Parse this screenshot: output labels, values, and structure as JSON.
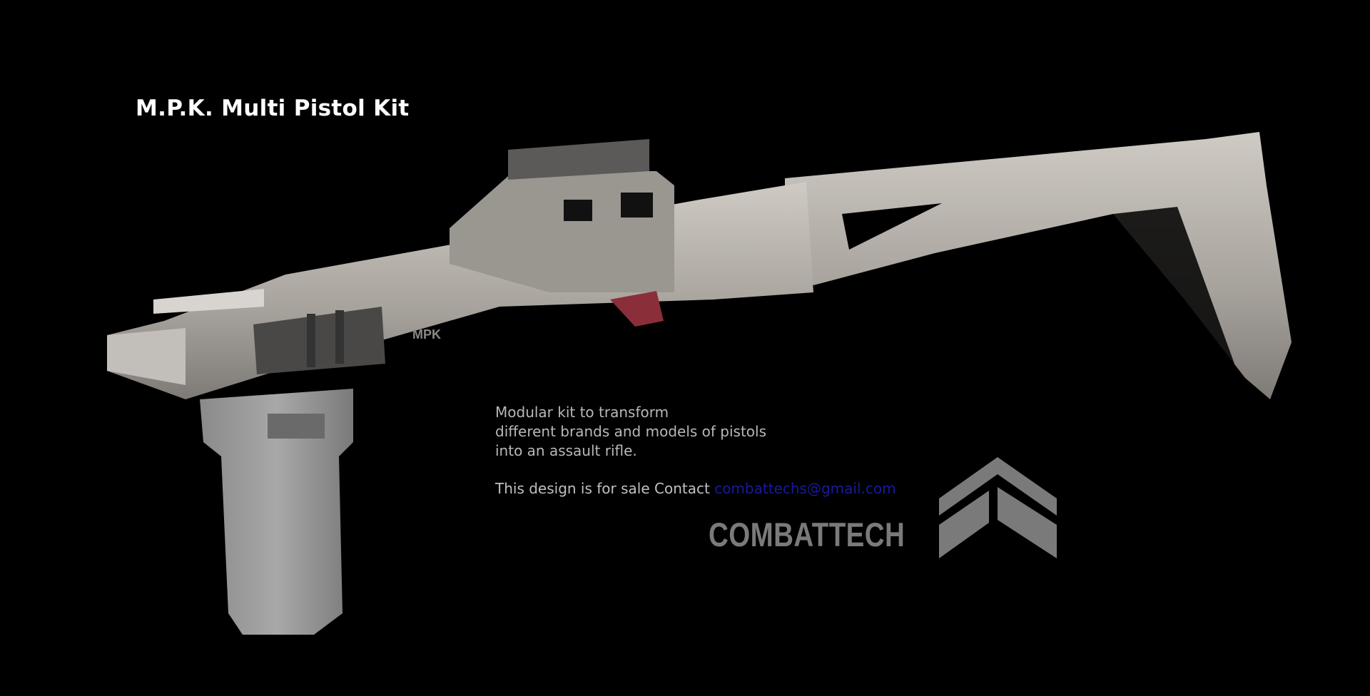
{
  "title": "M.P.K. Multi Pistol Kit",
  "description": {
    "lines": [
      "Modular kit to transform",
      "different brands and models of pistols",
      "into an assault rifle."
    ]
  },
  "contact": {
    "text": "This design is for sale Contact",
    "email": "combattechs@gmail.com"
  },
  "brand": {
    "name": "COMBATTECH",
    "logo_icon": "double-chevron-up-icon",
    "engraving": "MPK"
  },
  "colors": {
    "background": "#000000",
    "title": "#ffffff",
    "body_text": "#b8b8b8",
    "email": "#1a1a9a",
    "brand": "#7a7a7a",
    "metal": "#a9a49f",
    "trigger": "#8a2e3a"
  }
}
